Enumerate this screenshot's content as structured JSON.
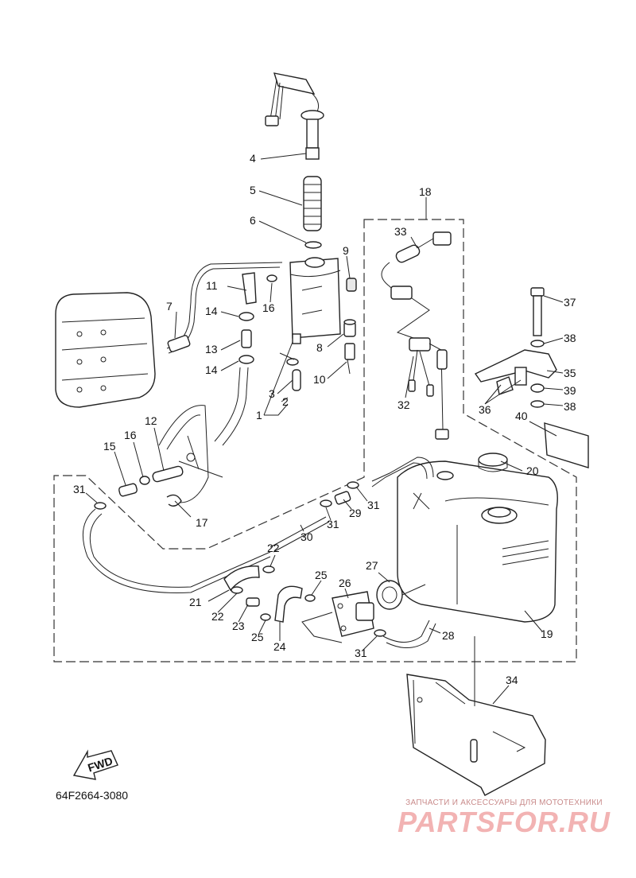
{
  "diagram_code": "64F2664-3080",
  "fwd_label": "FWD",
  "watermark": {
    "tagline": "ЗАПЧАСТИ И АКСЕССУАРЫ ДЛЯ МОТОТЕХНИКИ",
    "brand": "PARTSFOR.RU"
  },
  "callouts": [
    {
      "id": "c4",
      "text": "4"
    },
    {
      "id": "c5",
      "text": "5"
    },
    {
      "id": "c6",
      "text": "6"
    },
    {
      "id": "c18",
      "text": "18"
    },
    {
      "id": "c33",
      "text": "33"
    },
    {
      "id": "c9",
      "text": "9"
    },
    {
      "id": "c11",
      "text": "11"
    },
    {
      "id": "c16a",
      "text": "16"
    },
    {
      "id": "c7",
      "text": "7"
    },
    {
      "id": "c14a",
      "text": "14"
    },
    {
      "id": "c13",
      "text": "13"
    },
    {
      "id": "c14b",
      "text": "14"
    },
    {
      "id": "c8",
      "text": "8"
    },
    {
      "id": "c10",
      "text": "10"
    },
    {
      "id": "c3",
      "text": "3"
    },
    {
      "id": "c2",
      "text": "2"
    },
    {
      "id": "c1",
      "text": "1"
    },
    {
      "id": "c32",
      "text": "32"
    },
    {
      "id": "c37",
      "text": "37"
    },
    {
      "id": "c38a",
      "text": "38"
    },
    {
      "id": "c35",
      "text": "35"
    },
    {
      "id": "c39",
      "text": "39"
    },
    {
      "id": "c38b",
      "text": "38"
    },
    {
      "id": "c36",
      "text": "36"
    },
    {
      "id": "c40",
      "text": "40"
    },
    {
      "id": "c12",
      "text": "12"
    },
    {
      "id": "c16b",
      "text": "16"
    },
    {
      "id": "c15",
      "text": "15"
    },
    {
      "id": "c20",
      "text": "20"
    },
    {
      "id": "c31a",
      "text": "31"
    },
    {
      "id": "c31b",
      "text": "31"
    },
    {
      "id": "c29",
      "text": "29"
    },
    {
      "id": "c17",
      "text": "17"
    },
    {
      "id": "c31c",
      "text": "31"
    },
    {
      "id": "c30",
      "text": "30"
    },
    {
      "id": "c22a",
      "text": "22"
    },
    {
      "id": "c27",
      "text": "27"
    },
    {
      "id": "c25a",
      "text": "25"
    },
    {
      "id": "c26",
      "text": "26"
    },
    {
      "id": "c21",
      "text": "21"
    },
    {
      "id": "c22b",
      "text": "22"
    },
    {
      "id": "c23",
      "text": "23"
    },
    {
      "id": "c25b",
      "text": "25"
    },
    {
      "id": "c24",
      "text": "24"
    },
    {
      "id": "c28",
      "text": "28"
    },
    {
      "id": "c19",
      "text": "19"
    },
    {
      "id": "c31d",
      "text": "31"
    },
    {
      "id": "c34",
      "text": "34"
    }
  ]
}
